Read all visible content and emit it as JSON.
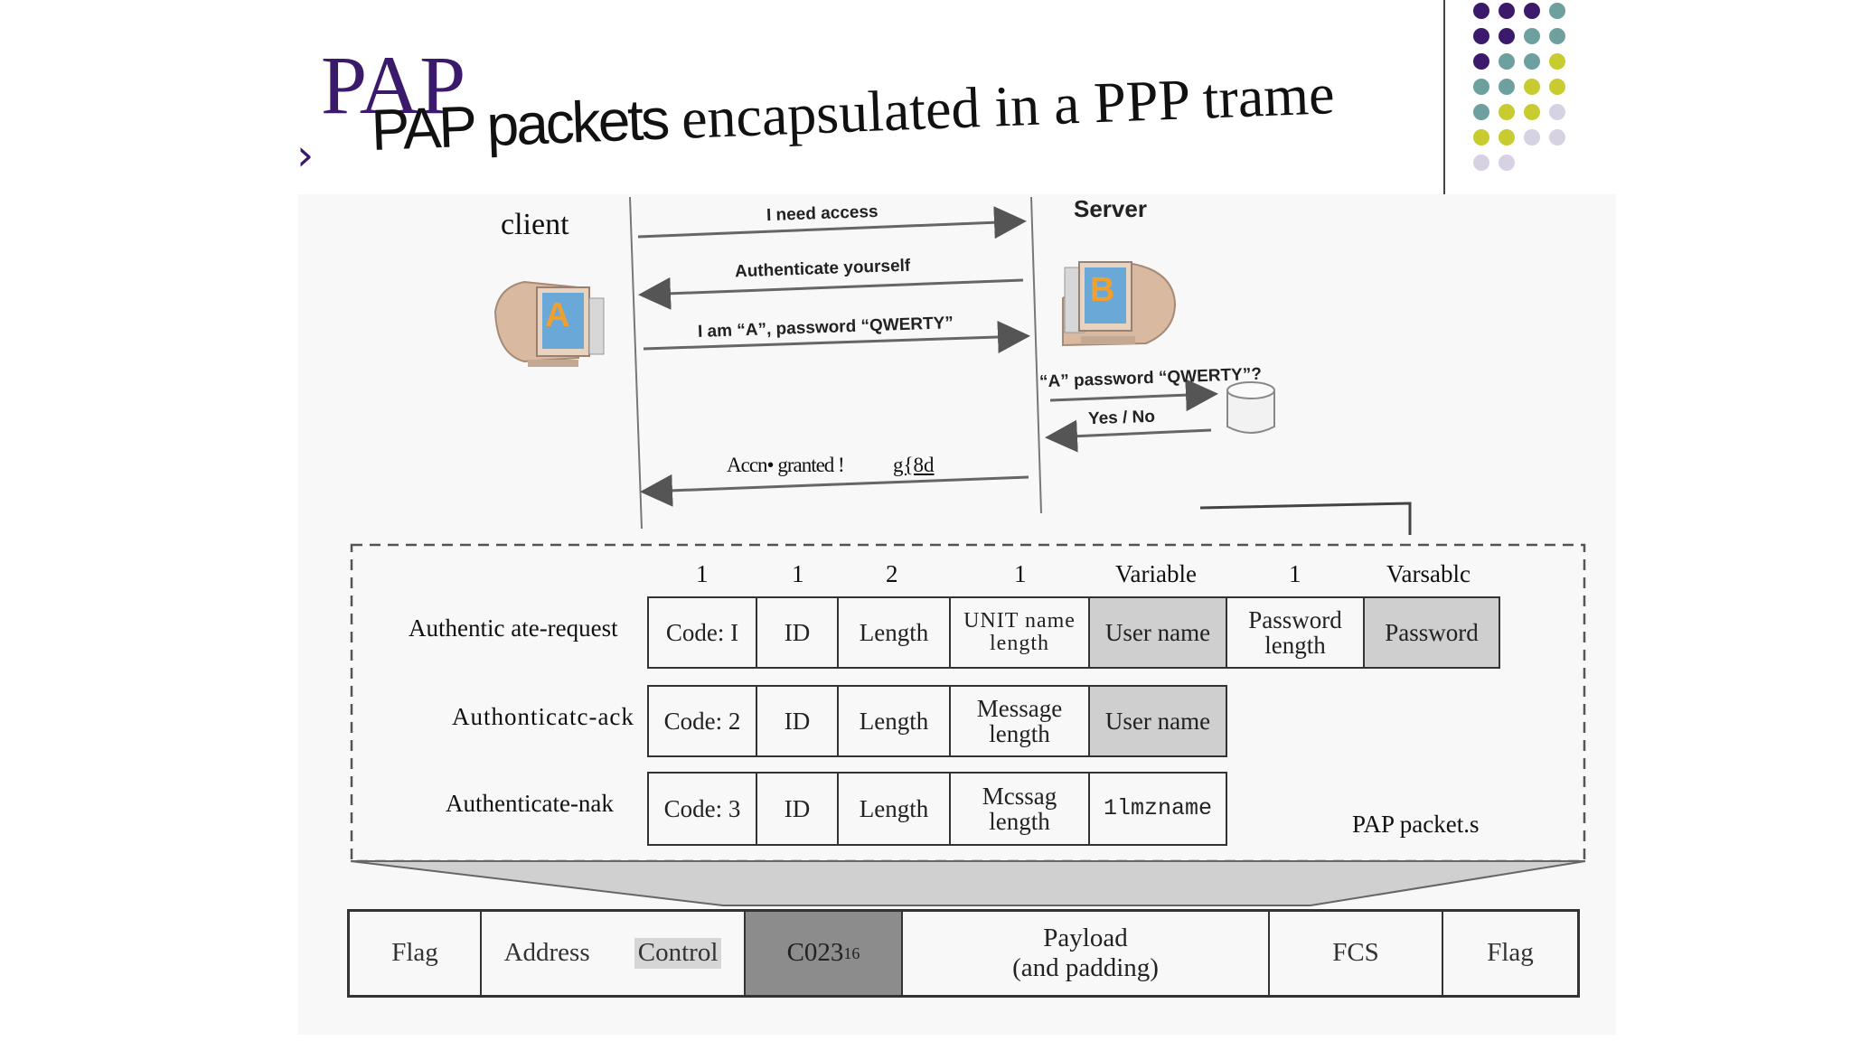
{
  "slide": {
    "title": "PAP",
    "bullet_glyph": "›",
    "subtitle_part1": "PAP packets",
    "subtitle_part2": "encapsulated in a PPP trame"
  },
  "sequence": {
    "client_label": "client",
    "server_label": "Server",
    "client_pc_letter": "A",
    "server_pc_letter": "B",
    "messages": [
      "I need access",
      "Authenticate yourself",
      "I am “A”, password “QWERTY”",
      "“A” password “QWERTY”?",
      "Yes / No",
      "Accn• granted !",
      "g{8d"
    ]
  },
  "packets": {
    "caption": "PAP packet.s",
    "field_sizes": [
      "1",
      "1",
      "2",
      "1",
      "Variable",
      "1",
      "Varsablc"
    ],
    "rows": [
      {
        "name": "Authentic ate-request",
        "cells": [
          "Code: I",
          "ID",
          "Length",
          "UNIT name length",
          "User name",
          "Password length",
          "Password"
        ]
      },
      {
        "name": "Authonticatc-ack",
        "cells": [
          "Code: 2",
          "ID",
          "Length",
          "Message length",
          "User name"
        ]
      },
      {
        "name": "Authenticate-nak",
        "cells": [
          "Code: 3",
          "ID",
          "Length",
          "Mcssag length",
          "1lmzname"
        ]
      }
    ]
  },
  "ppp_frame": {
    "fields": [
      "Flag",
      "Address",
      "Control",
      "C023",
      "Payload (and padding)",
      "FCS",
      "Flag"
    ],
    "protocol_subscript": "16",
    "payload_line1": "Payload",
    "payload_line2": "(and padding)"
  },
  "decor_colors": {
    "purple": "#3b1a6b",
    "teal": "#6fa0a0",
    "lime": "#c8cc30",
    "lavender": "#d6d2e4"
  }
}
